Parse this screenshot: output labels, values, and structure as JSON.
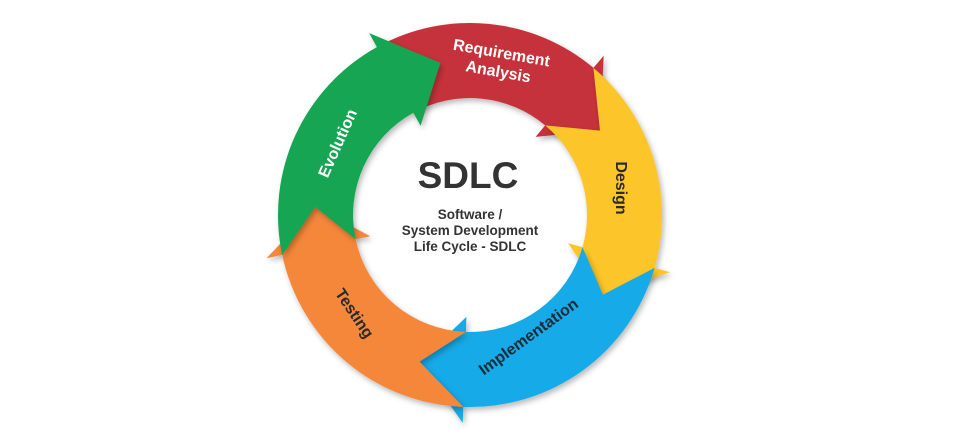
{
  "diagram": {
    "title": "SDLC",
    "subtitle_lines": [
      "Software /",
      "System Development",
      "Life Cycle - SDLC"
    ],
    "stages": [
      {
        "name": "Requirement Analysis",
        "lines": [
          "Requirement",
          "Analysis"
        ],
        "color": "#c6303a",
        "text_color": "#ffffff"
      },
      {
        "name": "Design",
        "lines": [
          "Design"
        ],
        "color": "#fcc62b",
        "text_color": "#2a2a2a"
      },
      {
        "name": "Implementation",
        "lines": [
          "Implementation"
        ],
        "color": "#12aae8",
        "text_color": "#1f2b36"
      },
      {
        "name": "Testing",
        "lines": [
          "Testing"
        ],
        "color": "#f5873a",
        "text_color": "#2a2a2a"
      },
      {
        "name": "Evolution",
        "lines": [
          "Evolution"
        ],
        "color": "#12a552",
        "text_color": "#ffffff"
      }
    ],
    "flow": "clockwise"
  }
}
